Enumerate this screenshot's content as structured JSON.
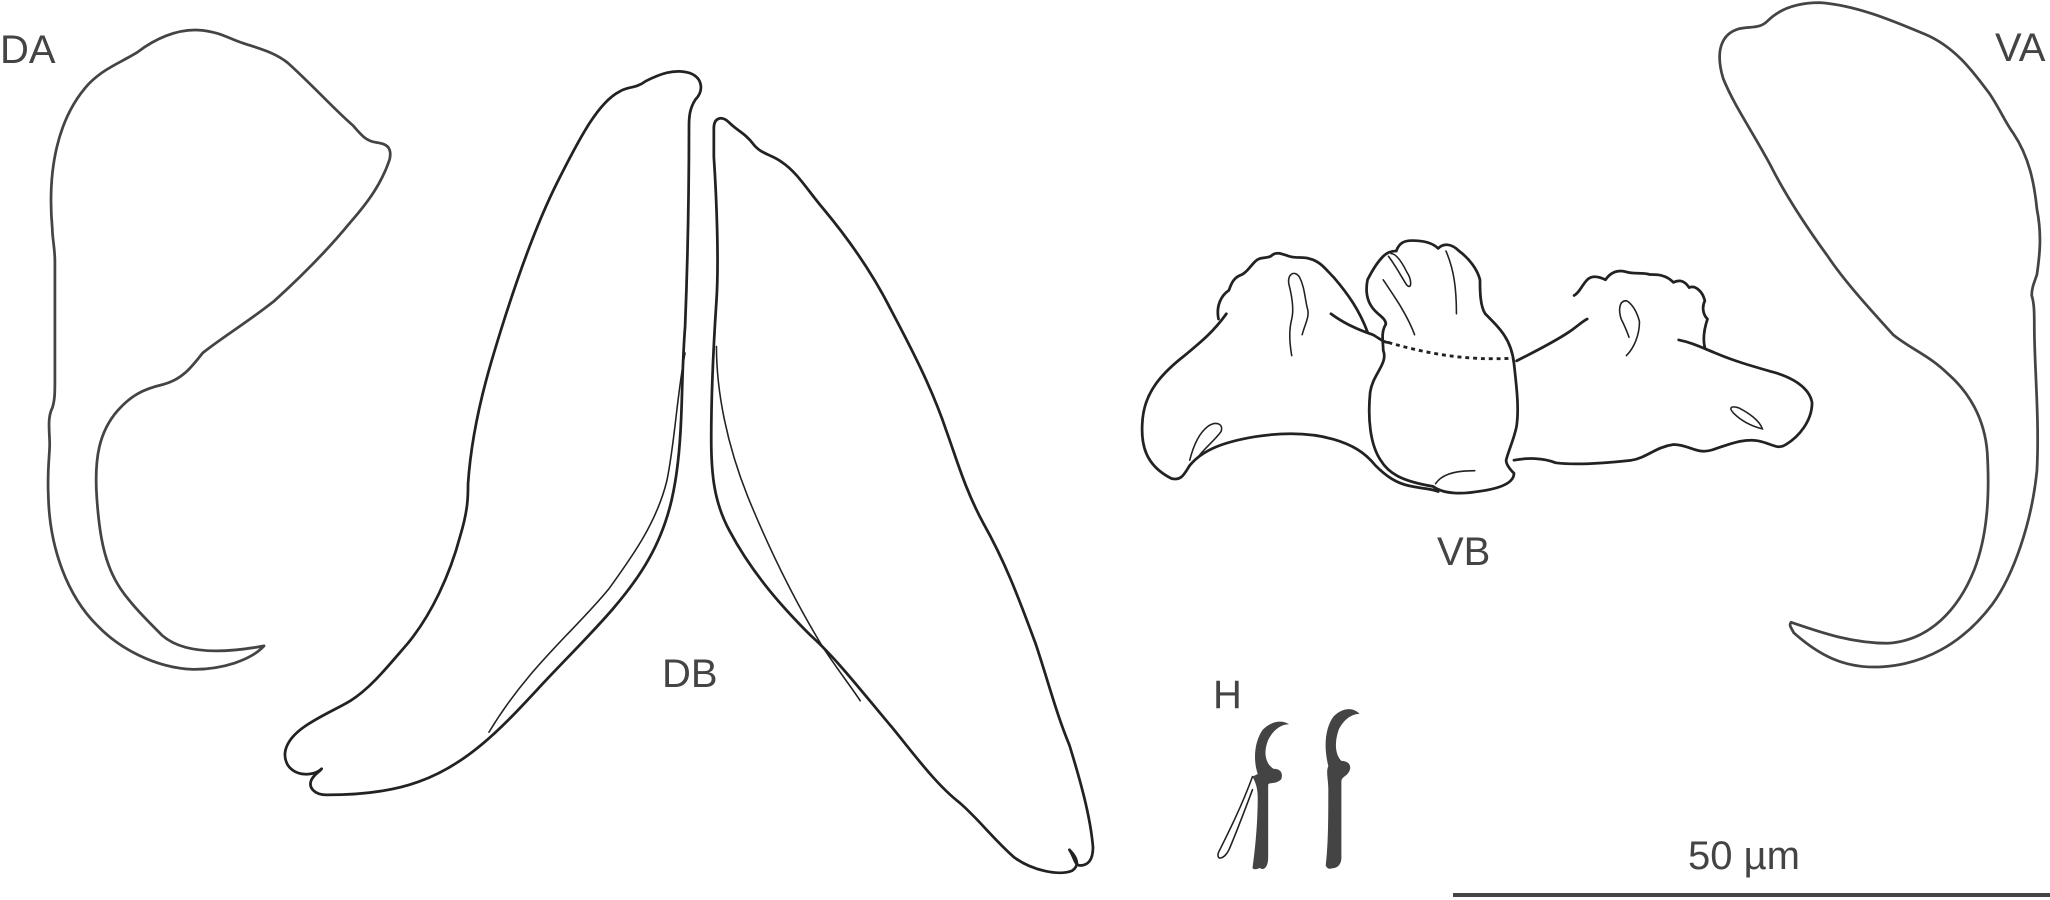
{
  "figure": {
    "panels": [
      {
        "id": "DA",
        "label": "DA"
      },
      {
        "id": "DB",
        "label": "DB"
      },
      {
        "id": "VB",
        "label": "VB"
      },
      {
        "id": "H",
        "label": "H"
      },
      {
        "id": "VA",
        "label": "VA"
      }
    ],
    "scale_bar": {
      "label": "50 µm",
      "value": 50,
      "unit": "µm"
    },
    "colors": {
      "line": "#222222",
      "label_text": "#444444",
      "hook_fill": "#444444",
      "background": "#ffffff"
    }
  }
}
